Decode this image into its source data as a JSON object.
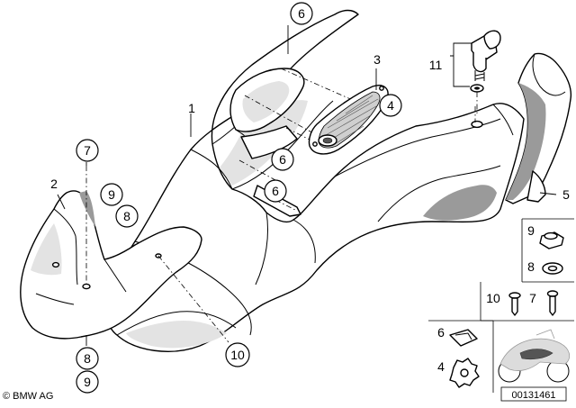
{
  "callouts": {
    "c1": "1",
    "c2": "2",
    "c3": "3",
    "c4": "4",
    "c5": "5",
    "c6a": "6",
    "c6b": "6",
    "c6c": "6",
    "c7": "7",
    "c8a": "8",
    "c8b": "8",
    "c9a": "9",
    "c9b": "9",
    "c10": "10",
    "c11": "11"
  },
  "legend": {
    "l9": "9",
    "l8": "8",
    "l10": "10",
    "l7": "7",
    "l6": "6",
    "l4": "4"
  },
  "footer": {
    "copyright": "© BMW AG",
    "diagram_id": "00131461"
  }
}
